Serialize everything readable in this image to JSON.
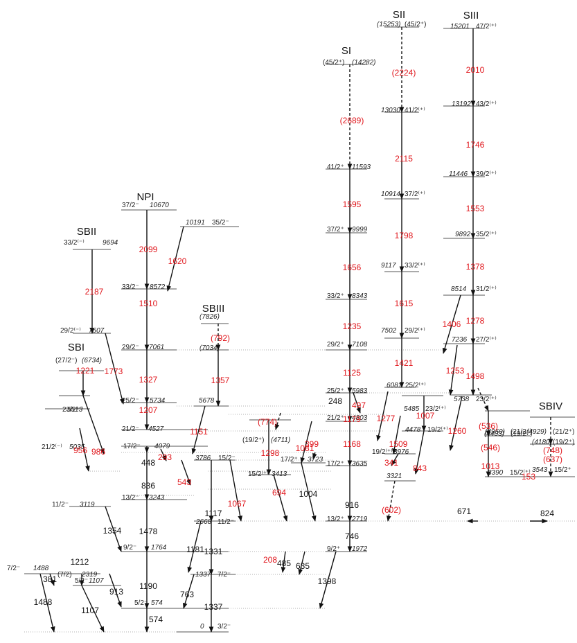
{
  "bands": [
    {
      "id": "SI",
      "label": "SI"
    },
    {
      "id": "SII",
      "label": "SII"
    },
    {
      "id": "SIII",
      "label": "SIII"
    },
    {
      "id": "NPI",
      "label": "NPI"
    },
    {
      "id": "SBI",
      "label": "SBI"
    },
    {
      "id": "SBII",
      "label": "SBII"
    },
    {
      "id": "SBIII",
      "label": "SBIII"
    },
    {
      "id": "SBIV",
      "label": "SBIV"
    }
  ],
  "levels": [
    {
      "id": "g0",
      "energy": "0",
      "spin": "3/2⁻"
    },
    {
      "id": "l574",
      "energy": "574",
      "spin": "5/2⁻"
    },
    {
      "id": "l1107",
      "energy": "1107",
      "spin": "5/2⁻"
    },
    {
      "id": "l1337",
      "energy": "1337",
      "spin": "7/2⁻"
    },
    {
      "id": "l1488",
      "energy": "1488",
      "spin": "7/2⁻"
    },
    {
      "id": "l1764",
      "energy": "1764",
      "spin": "9/2⁻"
    },
    {
      "id": "l1972",
      "energy": "1972",
      "spin": "9/2⁺"
    },
    {
      "id": "l2319",
      "energy": "2319",
      "spin": "(7/2)"
    },
    {
      "id": "l2668",
      "energy": "2668",
      "spin": "11/2⁻"
    },
    {
      "id": "l2719",
      "energy": "2719",
      "spin": "13/2⁺"
    },
    {
      "id": "l3119",
      "energy": "3119",
      "spin": "11/2⁻"
    },
    {
      "id": "l3243",
      "energy": "3243",
      "spin": "13/2⁻"
    },
    {
      "id": "l3321",
      "energy": "3321",
      "spin": ""
    },
    {
      "id": "l3390",
      "energy": "3390",
      "spin": "15/2⁽⁺⁾"
    },
    {
      "id": "l3413",
      "energy": "3413",
      "spin": "15/2⁽⁺⁾"
    },
    {
      "id": "l3543",
      "energy": "3543",
      "spin": "15/2⁺"
    },
    {
      "id": "l3635",
      "energy": "3635",
      "spin": "17/2⁺"
    },
    {
      "id": "l3723",
      "energy": "3723",
      "spin": "17/2⁺"
    },
    {
      "id": "l3786",
      "energy": "3786",
      "spin": "15/2⁻"
    },
    {
      "id": "l3976",
      "energy": "3976",
      "spin": "19/2⁽⁺⁾"
    },
    {
      "id": "l4079",
      "energy": "4079",
      "spin": "17/2⁻"
    },
    {
      "id": "l4180",
      "energy": "(4180)",
      "spin": "(19/2⁺)"
    },
    {
      "id": "l4403",
      "energy": "(4403)",
      "spin": "(19/2⁺)"
    },
    {
      "id": "l4478",
      "energy": "4478",
      "spin": "19/2⁽⁺⁾"
    },
    {
      "id": "l4527",
      "energy": "4527",
      "spin": "21/2⁻"
    },
    {
      "id": "l4711",
      "energy": "(4711)",
      "spin": "(19/2⁺)"
    },
    {
      "id": "l4803",
      "energy": "4803",
      "spin": "21/2⁺"
    },
    {
      "id": "l4929",
      "energy": "(4929)",
      "spin": "(21/2⁺)"
    },
    {
      "id": "l4950",
      "energy": "(4950)",
      "spin": "(21/2⁺)"
    },
    {
      "id": "l5035",
      "energy": "5035",
      "spin": "21/2⁽⁻⁾"
    },
    {
      "id": "l5485",
      "energy": "5485",
      "spin": "23/2⁽⁺⁾"
    },
    {
      "id": "l5513",
      "energy": "5513",
      "spin": "23/2⁽⁻⁾"
    },
    {
      "id": "l5678",
      "energy": "5678",
      "spin": ""
    },
    {
      "id": "l5734",
      "energy": "5734",
      "spin": "25/2⁻"
    },
    {
      "id": "l5738",
      "energy": "5738",
      "spin": "23/2⁽⁺⁾"
    },
    {
      "id": "l5983",
      "energy": "5983",
      "spin": "25/2⁺"
    },
    {
      "id": "l6081",
      "energy": "6081",
      "spin": "25/2⁽⁺⁾"
    },
    {
      "id": "l6734",
      "energy": "(6734)",
      "spin": "(27/2⁻)"
    },
    {
      "id": "l7034",
      "energy": "(7034)",
      "spin": ""
    },
    {
      "id": "l7061",
      "energy": "7061",
      "spin": "29/2⁻"
    },
    {
      "id": "l7108",
      "energy": "7108",
      "spin": "29/2⁺"
    },
    {
      "id": "l7236",
      "energy": "7236",
      "spin": "27/2⁽⁺⁾"
    },
    {
      "id": "l7502",
      "energy": "7502",
      "spin": "29/2⁽⁺⁾"
    },
    {
      "id": "l7507",
      "energy": "7507",
      "spin": "29/2⁽⁻⁾"
    },
    {
      "id": "l7826",
      "energy": "(7826)",
      "spin": ""
    },
    {
      "id": "l8343",
      "energy": "8343",
      "spin": "33/2⁺"
    },
    {
      "id": "l8514",
      "energy": "8514",
      "spin": "31/2⁽⁺⁾"
    },
    {
      "id": "l8572",
      "energy": "8572",
      "spin": "33/2⁻"
    },
    {
      "id": "l9117",
      "energy": "9117",
      "spin": "33/2⁽⁺⁾"
    },
    {
      "id": "l9694",
      "energy": "9694",
      "spin": "33/2⁽⁻⁾"
    },
    {
      "id": "l9892",
      "energy": "9892",
      "spin": "35/2⁽⁺⁾"
    },
    {
      "id": "l9999",
      "energy": "9999",
      "spin": "37/2⁺"
    },
    {
      "id": "l10191",
      "energy": "10191",
      "spin": "35/2⁻"
    },
    {
      "id": "l10670",
      "energy": "10670",
      "spin": "37/2⁻"
    },
    {
      "id": "l10914",
      "energy": "10914",
      "spin": "37/2⁽⁺⁾"
    },
    {
      "id": "l11446",
      "energy": "11446",
      "spin": "39/2⁽⁺⁾"
    },
    {
      "id": "l11593",
      "energy": "11593",
      "spin": "41/2⁺"
    },
    {
      "id": "l13030",
      "energy": "13030",
      "spin": "41/2⁽⁺⁾"
    },
    {
      "id": "l13192",
      "energy": "13192",
      "spin": "43/2⁽⁺⁾"
    },
    {
      "id": "l14282",
      "energy": "(14282)",
      "spin": "(45/2⁺)"
    },
    {
      "id": "l15201",
      "energy": "15201",
      "spin": "47/2⁽⁺⁾"
    },
    {
      "id": "l15253",
      "energy": "(15253)",
      "spin": "(45/2⁺)"
    }
  ],
  "transitions": [
    {
      "id": "t574",
      "label": "574",
      "color": "#111111"
    },
    {
      "id": "t1337",
      "label": "1337",
      "color": "#111111"
    },
    {
      "id": "t1107",
      "label": "1107",
      "color": "#111111"
    },
    {
      "id": "t763",
      "label": "763",
      "color": "#111111"
    },
    {
      "id": "t1190",
      "label": "1190",
      "color": "#111111"
    },
    {
      "id": "t913",
      "label": "913",
      "color": "#111111"
    },
    {
      "id": "t1488",
      "label": "1488",
      "color": "#111111"
    },
    {
      "id": "t381",
      "label": "381",
      "color": "#111111"
    },
    {
      "id": "t1212",
      "label": "1212",
      "color": "#111111"
    },
    {
      "id": "t1354",
      "label": "1354",
      "color": "#111111"
    },
    {
      "id": "t1478",
      "label": "1478",
      "color": "#111111"
    },
    {
      "id": "t836",
      "label": "836",
      "color": "#111111"
    },
    {
      "id": "t448",
      "label": "448",
      "color": "#111111"
    },
    {
      "id": "t1331",
      "label": "1331",
      "color": "#111111"
    },
    {
      "id": "t1181",
      "label": "1181",
      "color": "#111111"
    },
    {
      "id": "t1117",
      "label": "1117",
      "color": "#111111"
    },
    {
      "id": "t746",
      "label": "746",
      "color": "#111111"
    },
    {
      "id": "t1398",
      "label": "1398",
      "color": "#111111"
    },
    {
      "id": "t916",
      "label": "916",
      "color": "#111111"
    },
    {
      "id": "t1004",
      "label": "1004",
      "color": "#111111"
    },
    {
      "id": "t635",
      "label": "635",
      "color": "#111111"
    },
    {
      "id": "t485",
      "label": "485",
      "color": "#111111"
    },
    {
      "id": "t671",
      "label": "671",
      "color": "#111111"
    },
    {
      "id": "t824",
      "label": "824",
      "color": "#111111"
    },
    {
      "id": "t248",
      "label": "248",
      "color": "#111111"
    },
    {
      "id": "t208",
      "label": "208",
      "color": "#e0151b"
    },
    {
      "id": "t543",
      "label": "543",
      "color": "#e0151b"
    },
    {
      "id": "t293",
      "label": "293",
      "color": "#e0151b"
    },
    {
      "id": "t1067",
      "label": "1067",
      "color": "#e0151b"
    },
    {
      "id": "t694",
      "label": "694",
      "color": "#e0151b"
    },
    {
      "id": "t1298",
      "label": "1298",
      "color": "#e0151b"
    },
    {
      "id": "t774",
      "label": "(774)",
      "color": "#e0151b"
    },
    {
      "id": "t1081",
      "label": "1081",
      "color": "#e0151b"
    },
    {
      "id": "t399",
      "label": "399",
      "color": "#e0151b"
    },
    {
      "id": "t1168",
      "label": "1168",
      "color": "#e0151b"
    },
    {
      "id": "t1179",
      "label": "1179",
      "color": "#e0151b"
    },
    {
      "id": "t497",
      "label": "497",
      "color": "#e0151b"
    },
    {
      "id": "t1125",
      "label": "1125",
      "color": "#e0151b"
    },
    {
      "id": "t1235",
      "label": "1235",
      "color": "#e0151b"
    },
    {
      "id": "t1656",
      "label": "1656",
      "color": "#e0151b"
    },
    {
      "id": "t1595",
      "label": "1595",
      "color": "#e0151b"
    },
    {
      "id": "t2689",
      "label": "(2689)",
      "color": "#e0151b"
    },
    {
      "id": "t341",
      "label": "341",
      "color": "#e0151b"
    },
    {
      "id": "t602",
      "label": "(602)",
      "color": "#e0151b"
    },
    {
      "id": "t1509",
      "label": "1509",
      "color": "#e0151b"
    },
    {
      "id": "t1007",
      "label": "1007",
      "color": "#e0151b"
    },
    {
      "id": "t843",
      "label": "843",
      "color": "#e0151b"
    },
    {
      "id": "t1277",
      "label": "1277",
      "color": "#e0151b"
    },
    {
      "id": "t1421",
      "label": "1421",
      "color": "#e0151b"
    },
    {
      "id": "t1615",
      "label": "1615",
      "color": "#e0151b"
    },
    {
      "id": "t1798",
      "label": "1798",
      "color": "#e0151b"
    },
    {
      "id": "t2115",
      "label": "2115",
      "color": "#e0151b"
    },
    {
      "id": "t2224",
      "label": "(2224)",
      "color": "#e0151b"
    },
    {
      "id": "t1260",
      "label": "1260",
      "color": "#e0151b"
    },
    {
      "id": "t1013",
      "label": "1013",
      "color": "#e0151b"
    },
    {
      "id": "t153",
      "label": "153",
      "color": "#e0151b"
    },
    {
      "id": "t546",
      "label": "(546)",
      "color": "#e0151b"
    },
    {
      "id": "t536",
      "label": "(536)",
      "color": "#e0151b"
    },
    {
      "id": "t1498",
      "label": "1498",
      "color": "#e0151b"
    },
    {
      "id": "t1253",
      "label": "1253",
      "color": "#e0151b"
    },
    {
      "id": "t1406",
      "label": "1406",
      "color": "#e0151b"
    },
    {
      "id": "t1278",
      "label": "1278",
      "color": "#e0151b"
    },
    {
      "id": "t1378",
      "label": "1378",
      "color": "#e0151b"
    },
    {
      "id": "t1553",
      "label": "1553",
      "color": "#e0151b"
    },
    {
      "id": "t1746",
      "label": "1746",
      "color": "#e0151b"
    },
    {
      "id": "t2010",
      "label": "2010",
      "color": "#e0151b"
    },
    {
      "id": "t637",
      "label": "(637)",
      "color": "#e0151b"
    },
    {
      "id": "t748",
      "label": "(748)",
      "color": "#e0151b"
    },
    {
      "id": "t956",
      "label": "956",
      "color": "#e0151b"
    },
    {
      "id": "t986",
      "label": "986",
      "color": "#e0151b"
    },
    {
      "id": "t1221",
      "label": "1221",
      "color": "#e0151b"
    },
    {
      "id": "t1773",
      "label": "1773",
      "color": "#e0151b"
    },
    {
      "id": "t2187",
      "label": "2187",
      "color": "#e0151b"
    },
    {
      "id": "t1207",
      "label": "1207",
      "color": "#e0151b"
    },
    {
      "id": "t1327",
      "label": "1327",
      "color": "#e0151b"
    },
    {
      "id": "t1510",
      "label": "1510",
      "color": "#e0151b"
    },
    {
      "id": "t2099",
      "label": "2099",
      "color": "#e0151b"
    },
    {
      "id": "t1620",
      "label": "1620",
      "color": "#e0151b"
    },
    {
      "id": "t1151",
      "label": "1151",
      "color": "#e0151b"
    },
    {
      "id": "t1357",
      "label": "1357",
      "color": "#e0151b"
    },
    {
      "id": "t792",
      "label": "(792)",
      "color": "#e0151b"
    }
  ]
}
